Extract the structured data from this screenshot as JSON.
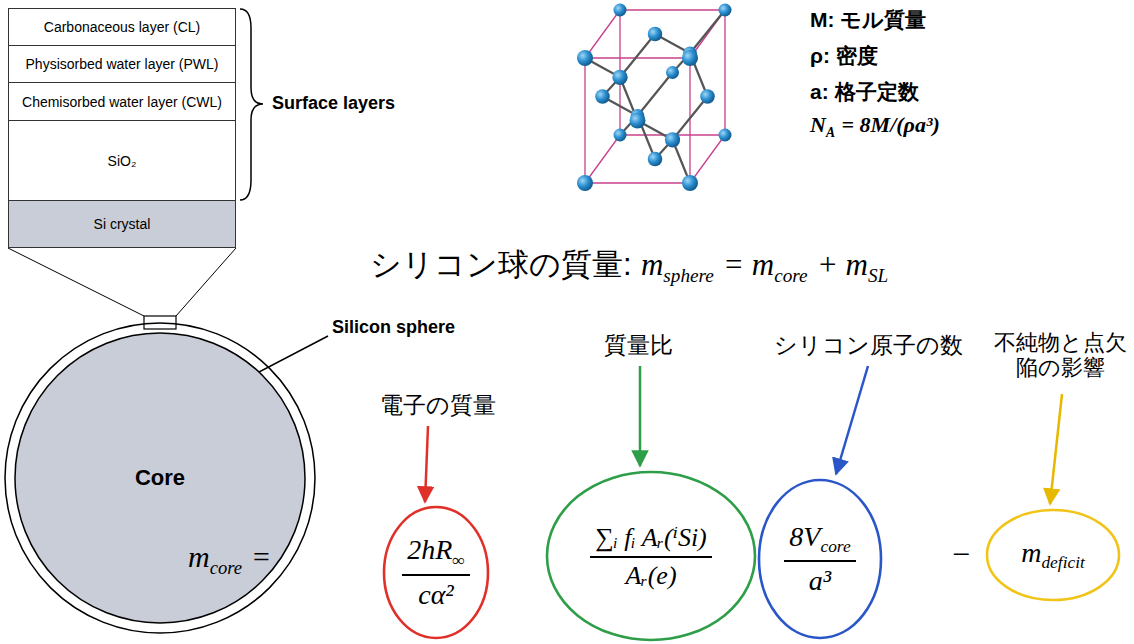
{
  "diagram": {
    "nodes": [
      {
        "text": [
          "Carbonaceous layer (CL)"
        ]
      },
      {
        "text": [
          "Physisorbed water layer (PWL)"
        ]
      },
      {
        "text": [
          "Chemisorbed water layer (CWL)"
        ]
      },
      {
        "text": [
          "SiO₂"
        ]
      },
      {
        "text": [
          "Si crystal"
        ]
      },
      {
        "text": [
          "Core"
        ]
      },
      {
        "text": [
          "2hR",
          "∞",
          "cα²"
        ]
      },
      {
        "text": [
          "∑ᵢ fᵢ Aᵣ(ⁱSi)",
          "Aᵣ(e)"
        ]
      },
      {
        "text": [
          "8V",
          "core",
          "a³"
        ]
      },
      {
        "text": [
          "m",
          "deficit"
        ]
      }
    ],
    "labels": [
      "Surface layers",
      "Silicon sphere",
      "M: モル質量",
      "ρ: 密度",
      "a: 格子定数",
      "N",
      "A",
      "= 8M/(ρa³)",
      "シリコン球の質量:",
      "m",
      "sphere",
      "= m",
      "core",
      "+ m",
      "SL",
      "m",
      "core",
      "=",
      "−",
      "電子の質量",
      "質量比",
      "シリコン原子の数",
      "不純物と点欠陥の影響"
    ]
  }
}
